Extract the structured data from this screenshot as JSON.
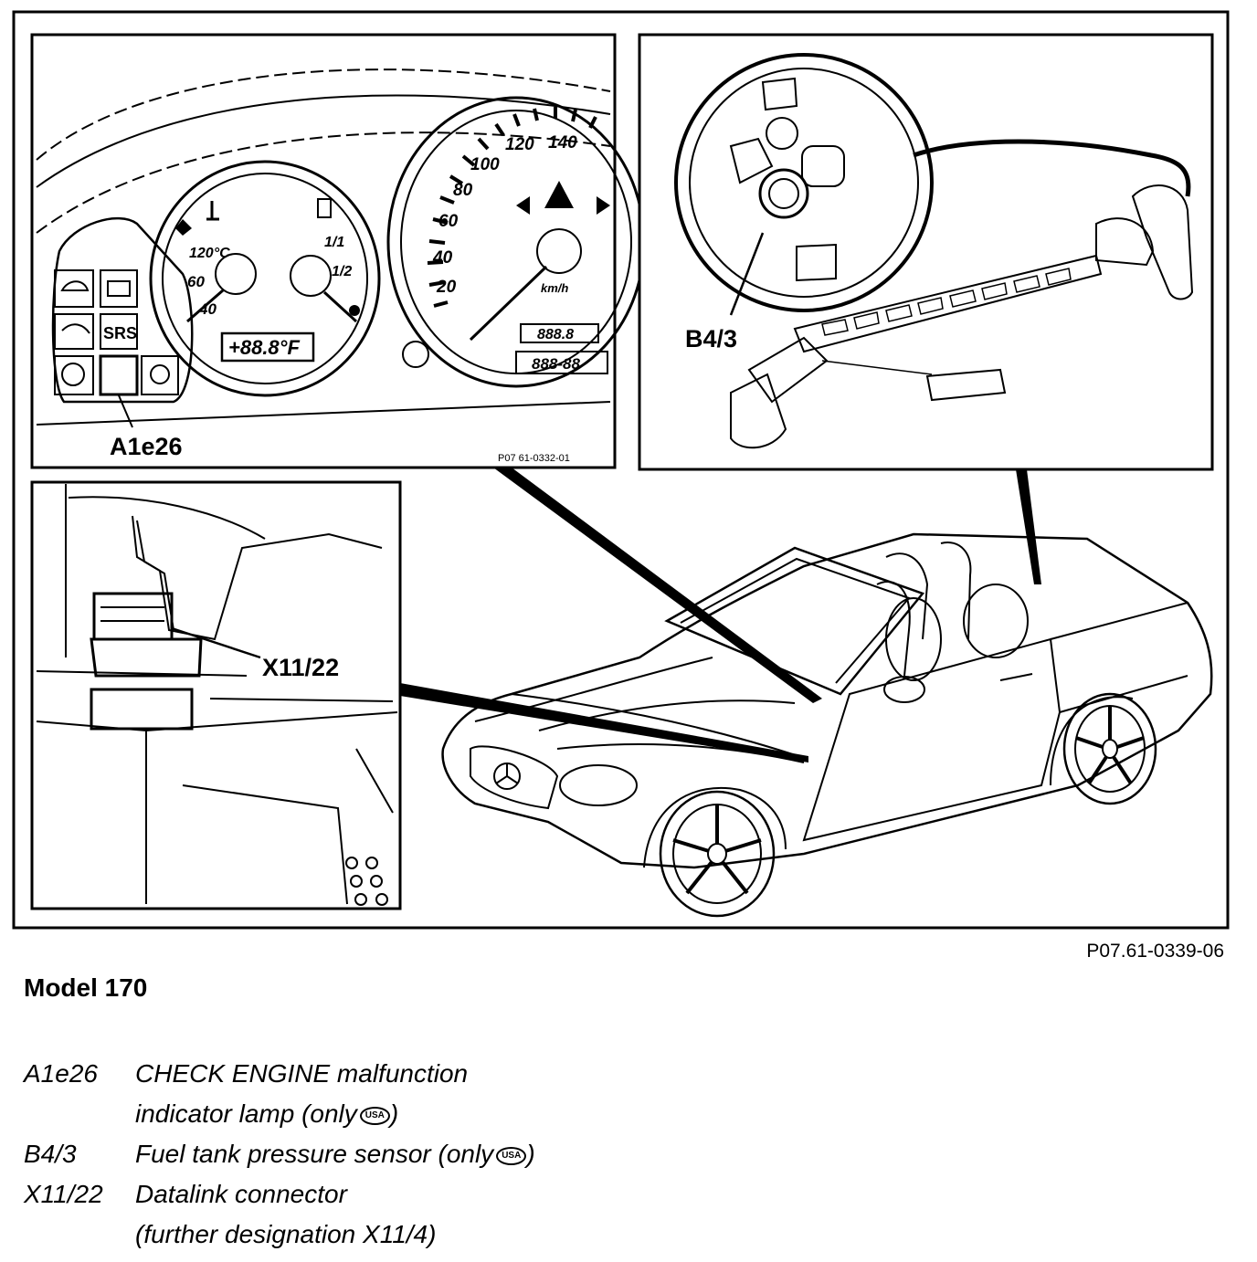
{
  "figure": {
    "overall_id": "P07.61-0339-06",
    "instrument_panel_id": "P07 61-0332-01",
    "callouts": {
      "a1e26": "A1e26",
      "b4_3": "B4/3",
      "x11_22": "X11/22"
    },
    "speedometer": {
      "numbers": [
        "20",
        "40",
        "60",
        "80",
        "100",
        "120",
        "140"
      ],
      "unit": "km/h",
      "odometer": "888-88",
      "trip": "888.8"
    },
    "temperature_gauge": {
      "numbers": [
        "120°C",
        "60",
        "40"
      ],
      "display": "+88.8°F"
    },
    "fuel_gauge": {
      "numbers": [
        "1/1",
        "1/2"
      ]
    },
    "warning_lamp_label": "SRS"
  },
  "model_title": "Model 170",
  "legend": [
    {
      "code": "A1e26",
      "lines": [
        "CHECK ENGINE malfunction",
        "indicator lamp (only"
      ],
      "usa_mark": "USA",
      "suffix": ")"
    },
    {
      "code": "B4/3",
      "lines": [
        "Fuel tank pressure sensor (only"
      ],
      "usa_mark": "USA",
      "suffix": ")"
    },
    {
      "code": "X11/22",
      "lines": [
        "Datalink connector",
        "(further designation X11/4)"
      ]
    }
  ]
}
